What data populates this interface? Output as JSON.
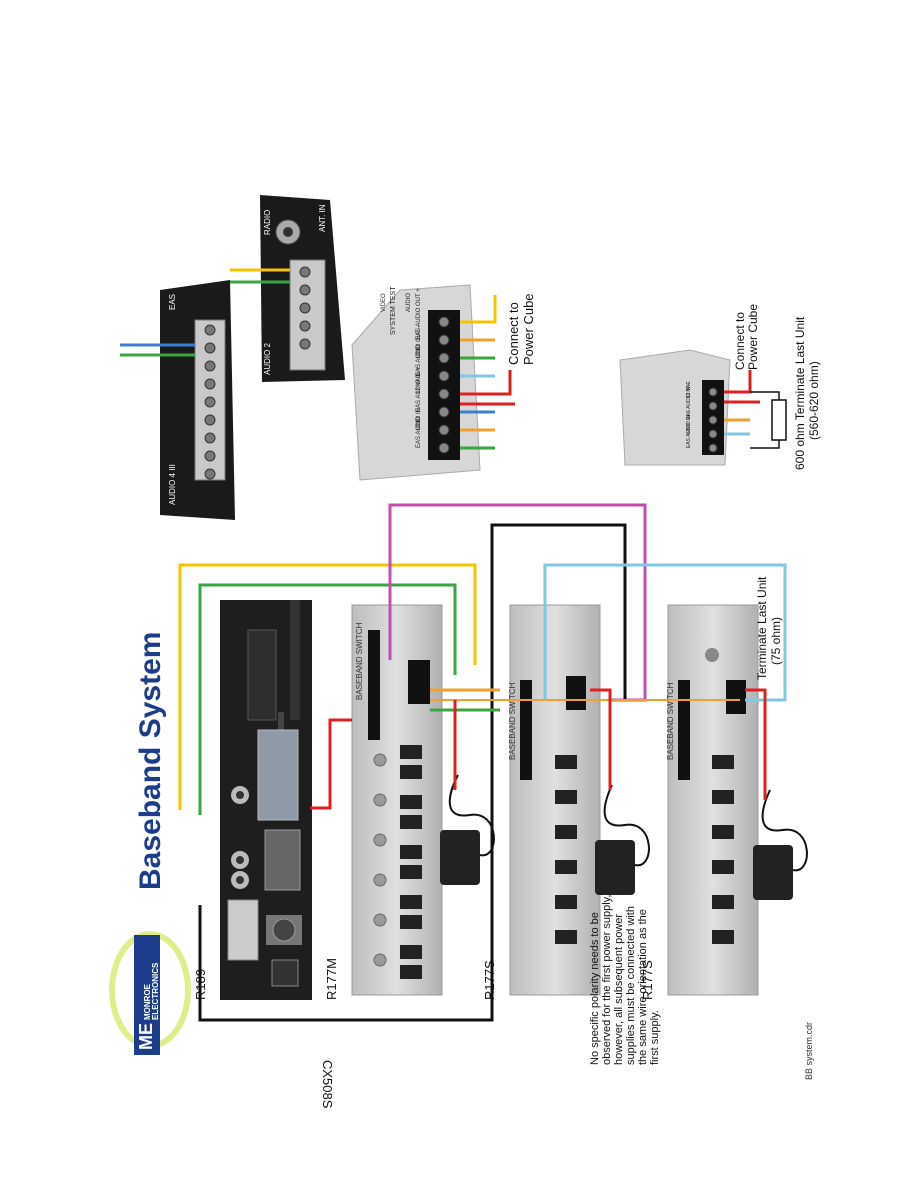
{
  "title": "Baseband System",
  "brand": {
    "logo_letters": "ME",
    "line1": "MONROE",
    "line2": "ELECTRONICS"
  },
  "units": {
    "r189": "R189",
    "r177m": "R177M",
    "r177s_1": "R177S",
    "r177s_2": "R177S"
  },
  "panel_labels": {
    "baseband_switch": "BASEBAND SWITCH",
    "cx_cable": "CX508S",
    "audio_4": "AUDIO 4 III",
    "audio_2": "AUDIO 2",
    "radio": "RADIO",
    "ant_in": "ANT. IN",
    "eas": "EAS"
  },
  "terminal_block": {
    "labels": [
      "EAS AUDIO IN -",
      "GND",
      "EAS AUDIO IN +",
      "12 VAC",
      "",
      "EAS AUDIO OUT -",
      "GND",
      "EAS AUDIO OUT +"
    ],
    "system_test": "SYSTEM TEST",
    "video": "VIDEO",
    "audio": "AUDIO"
  },
  "small_block": {
    "labels": [
      "EAS AUDIO IN -",
      "GND",
      "EAS AUDIO IN +",
      "",
      "12 VAC"
    ]
  },
  "notes": {
    "connect_power_top": [
      "Connect to",
      "Power Cube"
    ],
    "connect_power_bottom": [
      "Connect to",
      "Power Cube"
    ],
    "terminate_600": [
      "600 ohm Terminate Last Unit",
      "(560-620 ohm)"
    ],
    "terminate_75": [
      "Terminate Last Unit",
      "(75 ohm)"
    ],
    "polarity": [
      "No specific polarity needs to be",
      "observed for the first power supply,",
      "however, all subsequent power",
      "supplies must be connected with",
      "the same wire orientation as the",
      "first supply."
    ],
    "filename": "BB system.cdr"
  },
  "colors": {
    "yellow_wire": "#f5c400",
    "green_wire": "#3aa640",
    "blue_wire": "#3a7fd0",
    "light_blue_wire": "#7ec8e3",
    "orange_wire": "#f0a030",
    "red_wire": "#e02020",
    "magenta_wire": "#c04fb0",
    "black_wire": "#111111",
    "panel_dark": "#1c1c1c",
    "panel_silver": "#c8c8c8",
    "title_blue": "#1c3d8c"
  }
}
